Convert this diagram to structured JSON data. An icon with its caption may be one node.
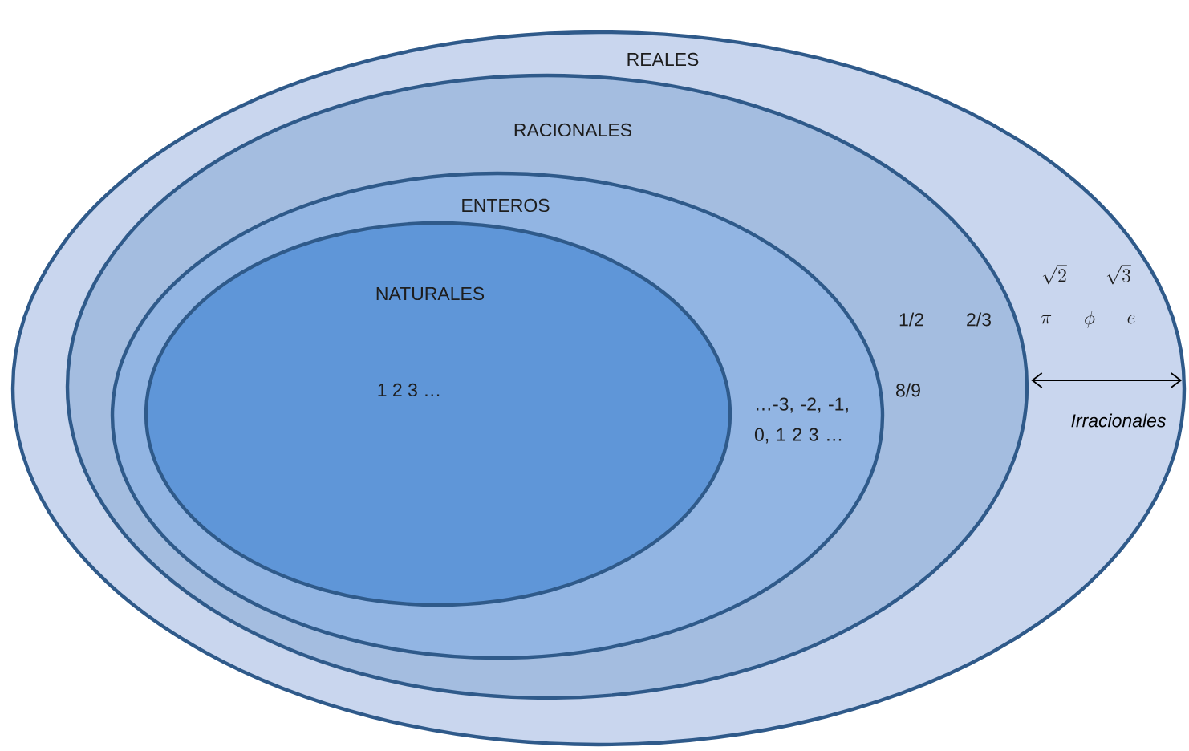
{
  "diagram": {
    "nodes": [
      {
        "text": [
          "REALES",
          "\\sqrt{2}",
          "\\sqrt{3}",
          "\\pi",
          "\\phi",
          "e"
        ]
      },
      {
        "text": [
          "RACIONALES",
          "1/2",
          "2/3",
          "8/9"
        ],
        "in": 0
      },
      {
        "text": [
          "ENTEROS",
          "…-3, -2, -1, 0, 1  2 3 …"
        ],
        "in": 1
      },
      {
        "text": [
          "NATURALES",
          "1  2  3 …"
        ],
        "in": 2
      }
    ],
    "edges": [
      {
        "from": 1,
        "to": 0,
        "arrow": "both",
        "label": "Irracionales"
      }
    ]
  }
}
